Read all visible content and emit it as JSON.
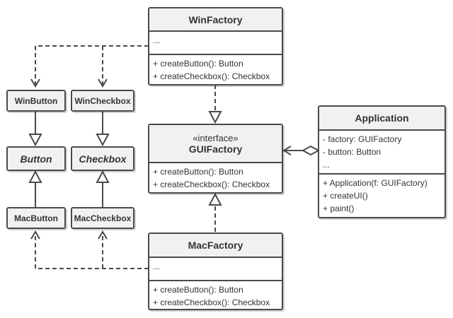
{
  "classes": {
    "win_factory": {
      "name": "WinFactory",
      "fields": [
        "..."
      ],
      "methods": [
        "+ createButton(): Button",
        "+ createCheckbox(): Checkbox"
      ]
    },
    "gui_factory": {
      "stereotype": "«interface»",
      "name": "GUIFactory",
      "methods": [
        "+ createButton(): Button",
        "+ createCheckbox(): Checkbox"
      ]
    },
    "mac_factory": {
      "name": "MacFactory",
      "fields": [
        "..."
      ],
      "methods": [
        "+ createButton(): Button",
        "+ createCheckbox(): Checkbox"
      ]
    },
    "application": {
      "name": "Application",
      "fields": [
        "- factory: GUIFactory",
        "- button: Button",
        "..."
      ],
      "methods": [
        "+ Application(f: GUIFactory)",
        "+ createUI()",
        "+ paint()"
      ]
    },
    "win_button": {
      "name": "WinButton"
    },
    "win_checkbox": {
      "name": "WinCheckbox"
    },
    "button": {
      "name": "Button"
    },
    "checkbox": {
      "name": "Checkbox"
    },
    "mac_button": {
      "name": "MacButton"
    },
    "mac_checkbox": {
      "name": "MacCheckbox"
    }
  }
}
